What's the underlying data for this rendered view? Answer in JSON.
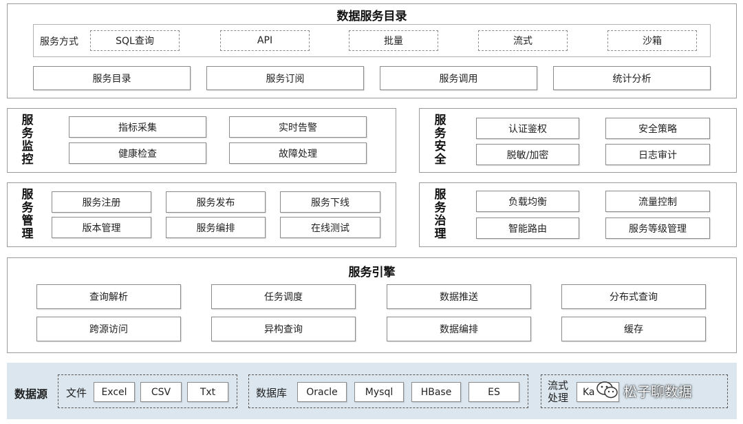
{
  "top": {
    "title": "数据服务目录",
    "methods_label": "服务方式",
    "methods": [
      "SQL查询",
      "API",
      "批量",
      "流式",
      "沙箱"
    ],
    "items": [
      "服务目录",
      "服务订阅",
      "服务调用",
      "统计分析"
    ]
  },
  "monitor": {
    "label": "服务监控",
    "items": [
      "指标采集",
      "实时告警",
      "健康检查",
      "故障处理"
    ]
  },
  "security": {
    "label": "服务安全",
    "items": [
      "认证鉴权",
      "安全策略",
      "脱敏/加密",
      "日志审计"
    ]
  },
  "management": {
    "label": "服务管理",
    "items": [
      "服务注册",
      "服务发布",
      "服务下线",
      "版本管理",
      "服务编排",
      "在线测试"
    ]
  },
  "governance": {
    "label": "服务治理",
    "items": [
      "负载均衡",
      "流量控制",
      "智能路由",
      "服务等级管理"
    ]
  },
  "engine": {
    "title": "服务引擎",
    "items": [
      "查询解析",
      "任务调度",
      "数据推送",
      "分布式查询",
      "跨源访问",
      "异构查询",
      "数据编排",
      "缓存"
    ]
  },
  "datasource": {
    "label": "数据源",
    "file": {
      "label": "文件",
      "items": [
        "Excel",
        "CSV",
        "Txt"
      ]
    },
    "db": {
      "label": "数据库",
      "items": [
        "Oracle",
        "Mysql",
        "HBase",
        "ES"
      ]
    },
    "stream": {
      "label": "流式处理",
      "items": [
        "Ka"
      ]
    }
  },
  "watermark": {
    "text": "松子聊数据"
  },
  "colors": {
    "datasource_bg": "#dbe6ee",
    "border": "#9a9a9a"
  }
}
